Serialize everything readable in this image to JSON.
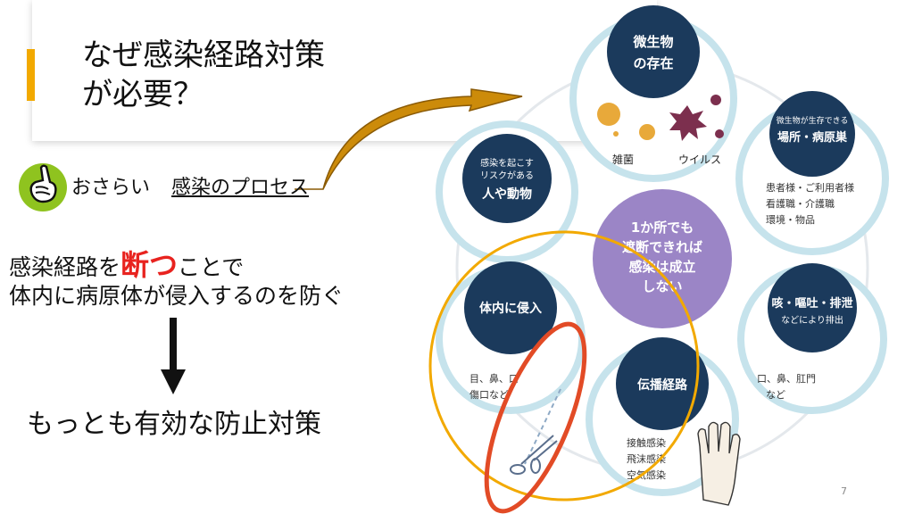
{
  "slide": {
    "title": "なぜ感染経路対策\nが必要？",
    "review_label": "おさらい",
    "review_topic": "感染のプロセス",
    "line1_pre": "感染経路を",
    "line1_highlight": "断つ",
    "line1_post": "ことで",
    "line2": "体内に病原体が侵入するのを防ぐ",
    "conclusion": "もっとも有効な防止対策",
    "page_number": "7",
    "accent_color": "#f2a900",
    "highlight_color": "#e8231f"
  },
  "diagram": {
    "center": [
      "1か所でも",
      "遮断できれば",
      "感染は成立",
      "しない"
    ],
    "nodes": {
      "microbe": {
        "title": [
          "微生物",
          "の存在"
        ],
        "labels": [
          "雑菌",
          "ウイルス"
        ]
      },
      "place": {
        "small": "微生物が生存できる",
        "title": "場所・病原巣",
        "bullets": [
          "患者様・ご利用者様",
          "看護職・介護職",
          "環境・物品"
        ]
      },
      "person": {
        "small": [
          "感染を起こす",
          "リスクがある"
        ],
        "title": "人や動物"
      },
      "exit": {
        "title": "咳・嘔吐・排泄",
        "small": "などにより排出",
        "bullets": [
          "口、鼻、肛門",
          "など"
        ]
      },
      "entry": {
        "title": "体内に侵入",
        "bullets": [
          "目、鼻、口",
          "傷口など"
        ]
      },
      "route": {
        "title": "伝播経路",
        "bullets": [
          "接触感染",
          "飛沫感染",
          "空気感染"
        ]
      }
    },
    "colors": {
      "navy": "#1b3a5c",
      "purple": "#9b85c6",
      "ring": "#c6e3ec",
      "orange": "#f2a900",
      "red": "#e24b26"
    }
  }
}
